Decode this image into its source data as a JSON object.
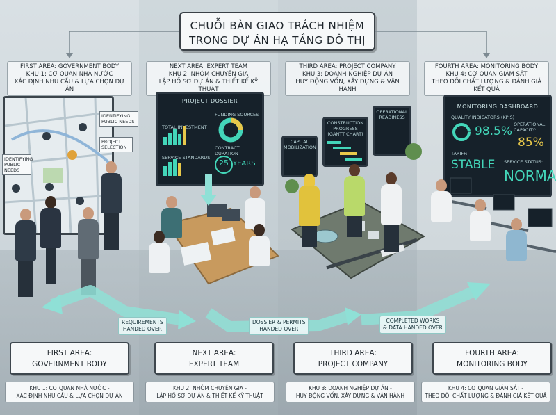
{
  "title": {
    "line1": "CHUỖI BÀN GIAO TRÁCH NHIỆM",
    "line2": "TRONG DỰ ÁN HẠ TẦNG ĐÔ THỊ"
  },
  "areas": [
    {
      "top_line1": "FIRST AREA: GOVERNMENT BODY",
      "top_line2": "KHU 1: CƠ QUAN NHÀ NƯỚC",
      "top_line3": "XÁC ĐỊNH NHU CẦU & LỰA CHỌN DỰ ÁN",
      "card_line1": "FIRST AREA:",
      "card_line2": "GOVERNMENT BODY",
      "desc_line1": "KHU 1: CƠ QUAN NHÀ NƯỚC -",
      "desc_line2": "XÁC ĐỊNH NHU CẦU & LỰA CHỌN DỰ ÁN"
    },
    {
      "top_line1": "NEXT AREA: EXPERT TEAM",
      "top_line2": "KHU 2: NHÓM CHUYÊN GIA",
      "top_line3": "LẬP HỒ SƠ DỰ ÁN & THIẾT KẾ KỸ THUẬT",
      "card_line1": "NEXT AREA:",
      "card_line2": "EXPERT TEAM",
      "desc_line1": "KHU 2: NHÓM CHUYÊN GIA -",
      "desc_line2": "LẬP HỒ SƠ DỰ ÁN & THIẾT KẾ KỸ THUẬT"
    },
    {
      "top_line1": "THIRD AREA: PROJECT COMPANY",
      "top_line2": "KHU 3: DOANH NGHIỆP DỰ ÁN",
      "top_line3": "HUY ĐỘNG VỐN, XÂY DỰNG & VẬN HÀNH",
      "card_line1": "THIRD AREA:",
      "card_line2": "PROJECT COMPANY",
      "desc_line1": "KHU 3: DOANH NGHIỆP DỰ ÁN -",
      "desc_line2": "HUY ĐỘNG VỐN, XÂY DỰNG & VẬN HÀNH"
    },
    {
      "top_line1": "FOURTH AREA: MONITORING BODY",
      "top_line2": "KHU 4: CƠ QUAN GIÁM SÁT",
      "top_line3": "THEO DÕI CHẤT LƯỢNG & ĐÁNH GIÁ KẾT QUẢ",
      "card_line1": "FOURTH AREA:",
      "card_line2": "MONITORING BODY",
      "desc_line1": "KHU 4: CƠ QUAN GIÁM SÁT -",
      "desc_line2": "THEO DÕI CHẤT LƯỢNG & ĐÁNH GIÁ KẾT QUẢ"
    }
  ],
  "map_labels": {
    "identifying_a": "IDENTIFYING PUBLIC NEEDS",
    "identifying_b": "IDENTIFYING PUBLIC NEEDS",
    "project_selection": "PROJECT SELECTION"
  },
  "dossier": {
    "title": "PROJECT DOSSIER",
    "total_investment": "TOTAL INVESTMENT",
    "funding_sources": "FUNDING SOURCES",
    "service_standards": "SERVICE STANDARDS",
    "contract_duration": "CONTRACT DURATION",
    "duration_value": "25",
    "duration_unit": "YEARS"
  },
  "company_screens": {
    "capital": "CAPITAL MOBILIZATION",
    "construction": "CONSTRUCTION PROGRESS (GANTT CHART)",
    "operational": "OPERATIONAL READINESS"
  },
  "monitoring": {
    "title": "MONITORING DASHBOARD",
    "quality_label": "QUALITY INDICATORS (KPIS)",
    "quality_value": "98.5%",
    "capacity_label": "OPERATIONAL CAPACITY:",
    "capacity_value": "85%",
    "tariff_label": "TARIFF:",
    "tariff_value": "STABLE",
    "service_label": "SERVICE STATUS:",
    "service_value": "NORMAL"
  },
  "handoffs": [
    {
      "line1": "REQUIREMENTS",
      "line2": "HANDED OVER"
    },
    {
      "line1": "DOSSIER & PERMITS",
      "line2": "HANDED OVER"
    },
    {
      "line1": "COMPLETED WORKS",
      "line2": "& DATA HANDED OVER"
    }
  ],
  "colors": {
    "arrow": "#8fe0d6",
    "screen_bg": "#16212a",
    "accent_green": "#43d6b9",
    "accent_yellow": "#e7c84a"
  }
}
